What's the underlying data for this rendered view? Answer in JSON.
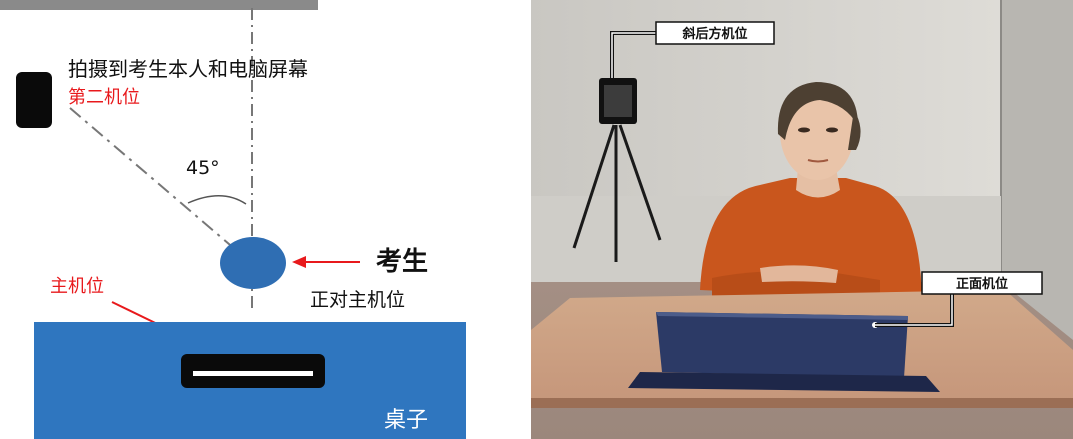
{
  "left": {
    "caption": "拍摄到考生本人和电脑屏幕",
    "second_camera_label": "第二机位",
    "angle_label": "45°",
    "examinee_label": "考生",
    "examinee_sub": "正对主机位",
    "main_camera_label": "主机位",
    "desk_label": "桌子",
    "colors": {
      "red": "#e8191c",
      "blue": "#2f6eb3",
      "desk": "#2f76bf",
      "dark": "#0a0a0a"
    }
  },
  "right": {
    "rear_camera_label": "斜后方机位",
    "front_camera_label": "正面机位"
  }
}
